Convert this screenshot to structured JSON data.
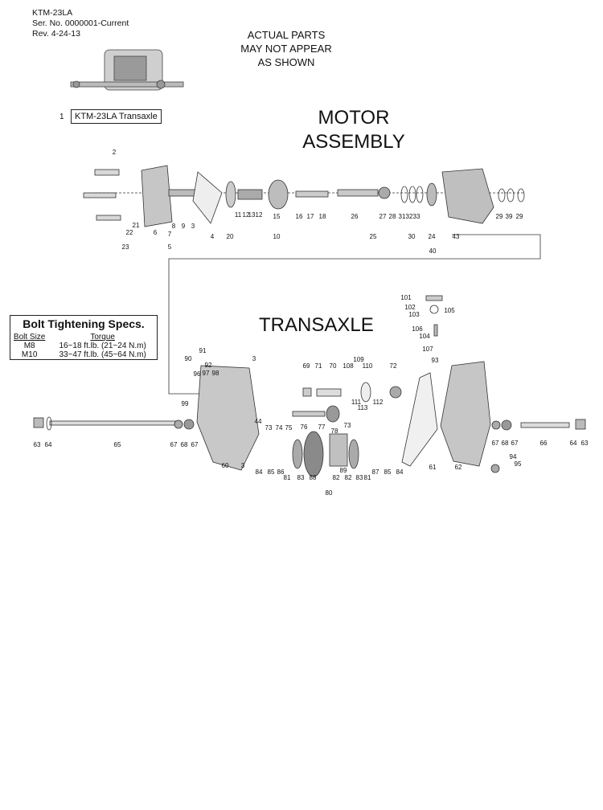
{
  "header": {
    "model": "KTM-23LA",
    "serial": "Ser. No. 0000001-Current",
    "revision": "Rev. 4-24-13"
  },
  "notice": [
    "ACTUAL PARTS",
    "MAY NOT APPEAR",
    "AS SHOWN"
  ],
  "sections": {
    "motor": [
      "MOTOR",
      "ASSEMBLY"
    ],
    "transaxle": "TRANSAXLE"
  },
  "kit": {
    "number": "1",
    "label": "KTM-23LA Transaxle"
  },
  "bolt_specs": {
    "title": "Bolt Tightening Specs.",
    "headers": [
      "Bolt Size",
      "Torque"
    ],
    "rows": [
      [
        "M8",
        "16~18 ft.lb. (21~24 N.m)"
      ],
      [
        "M10",
        "33~47 ft.lb. (45~64 N.m)"
      ]
    ]
  },
  "motor_callouts": [
    "2",
    "4",
    "20",
    "11",
    "12",
    "13",
    "12",
    "15",
    "16",
    "17",
    "18",
    "10",
    "26",
    "27",
    "28",
    "31",
    "32",
    "33",
    "25",
    "30",
    "24",
    "43",
    "40",
    "29",
    "39",
    "29",
    "21",
    "22",
    "6",
    "8",
    "9",
    "3",
    "7",
    "5",
    "23"
  ],
  "transaxle_callouts": [
    "101",
    "102",
    "103",
    "105",
    "106",
    "104",
    "107",
    "93",
    "109",
    "108",
    "110",
    "69",
    "71",
    "70",
    "72",
    "111",
    "112",
    "113",
    "90",
    "91",
    "92",
    "3",
    "96",
    "97",
    "98",
    "99",
    "44",
    "73",
    "74",
    "75",
    "76",
    "77",
    "73",
    "63",
    "64",
    "65",
    "67",
    "68",
    "67",
    "60",
    "3",
    "84",
    "85",
    "86",
    "81",
    "83",
    "88",
    "82",
    "89",
    "78",
    "82",
    "83",
    "81",
    "87",
    "85",
    "84",
    "80",
    "61",
    "62",
    "67",
    "68",
    "67",
    "66",
    "64",
    "63",
    "94",
    "95"
  ]
}
